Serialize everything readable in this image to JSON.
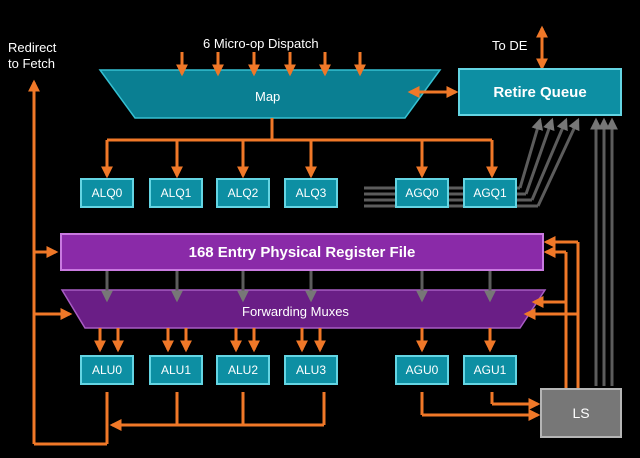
{
  "labels": {
    "dispatch": "6 Micro-op Dispatch",
    "redirect_line1": "Redirect",
    "redirect_line2": "to Fetch",
    "to_de": "To DE",
    "map": "Map",
    "retire_queue": "Retire Queue",
    "register_file": "168 Entry Physical Register File",
    "forwarding_muxes": "Forwarding Muxes",
    "ls": "LS"
  },
  "schedulers": [
    "ALQ0",
    "ALQ1",
    "ALQ2",
    "ALQ3",
    "AGQ0",
    "AGQ1"
  ],
  "units": [
    "ALU0",
    "ALU1",
    "ALU2",
    "ALU3",
    "AGU0",
    "AGU1"
  ],
  "colors": {
    "background": "#000000",
    "arrow": "#f07828",
    "teal_fill": "#0d8fa3",
    "teal_border": "#64d5e3",
    "purple": "#8a2aa8",
    "purple_border": "#c97ae0",
    "gray_bus": "#666666",
    "ls_fill": "#777777"
  }
}
